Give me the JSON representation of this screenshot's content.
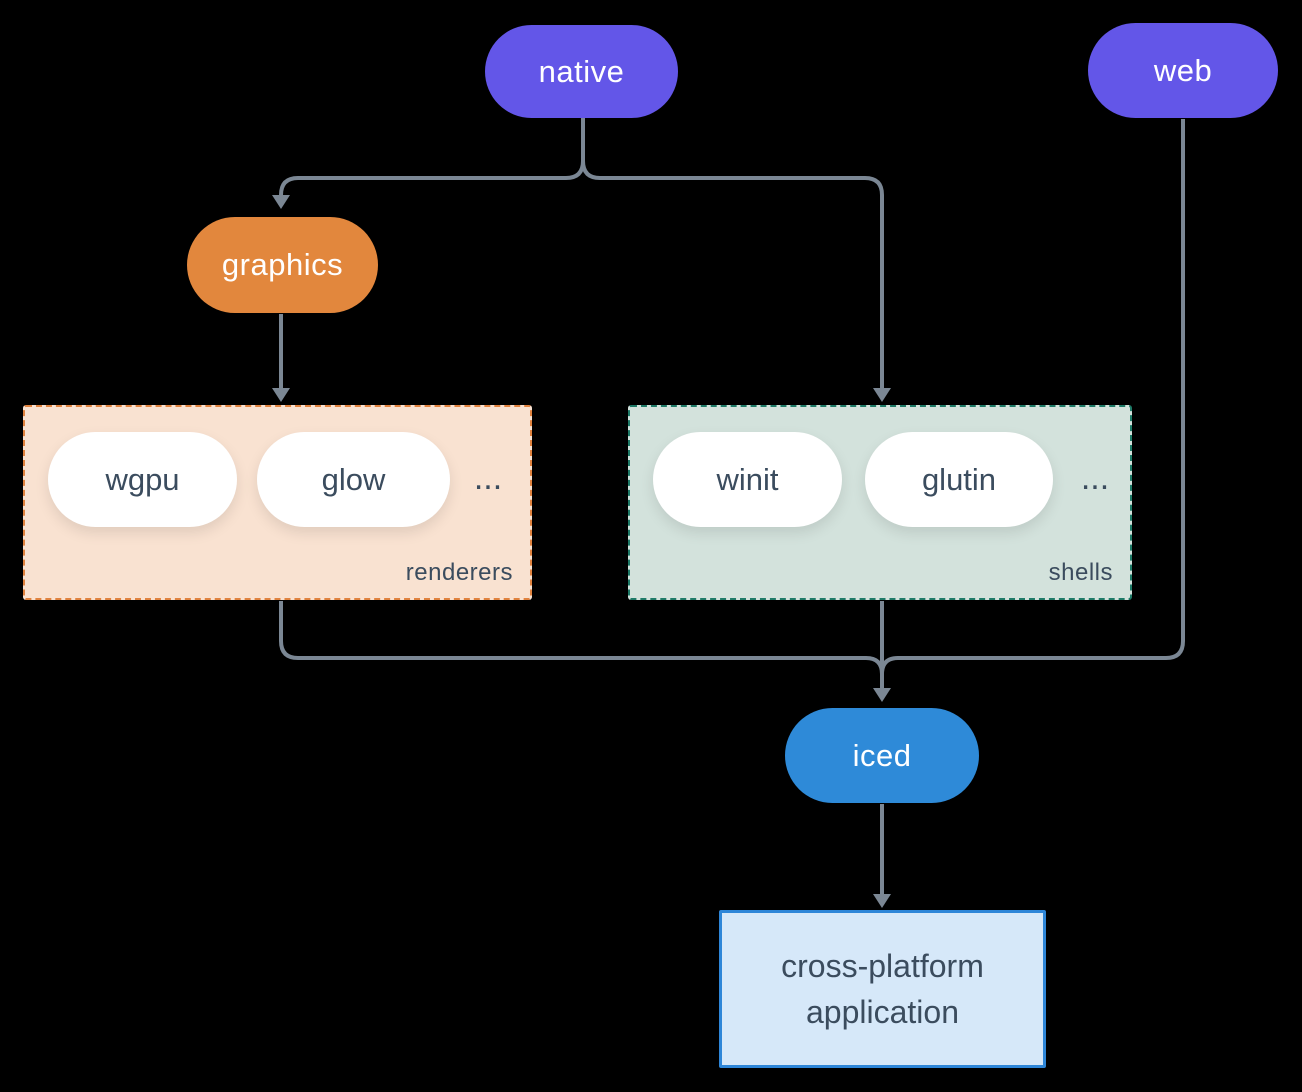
{
  "nodes": {
    "native": {
      "label": "native"
    },
    "web": {
      "label": "web"
    },
    "graphics": {
      "label": "graphics"
    },
    "iced": {
      "label": "iced"
    },
    "application": {
      "line1": "cross-platform",
      "line2": "application"
    }
  },
  "groups": {
    "renderers": {
      "label": "renderers",
      "items": [
        "wgpu",
        "glow"
      ],
      "ellipsis": "..."
    },
    "shells": {
      "label": "shells",
      "items": [
        "winit",
        "glutin"
      ],
      "ellipsis": "..."
    }
  },
  "colors": {
    "background": "#000000",
    "platform_pill": "#6356e8",
    "graphics_pill": "#e2873d",
    "renderers_fill": "#f9e2d1",
    "renderers_border": "#e0823e",
    "shells_fill": "#d3e2dc",
    "shells_border": "#1e7a67",
    "iced_pill": "#2e8ad8",
    "application_fill": "#d6e8f9",
    "application_border": "#2e86d8",
    "pill_text_light": "#ffffff",
    "text_dark": "#3b4c5e",
    "connector": "#7b8794"
  }
}
